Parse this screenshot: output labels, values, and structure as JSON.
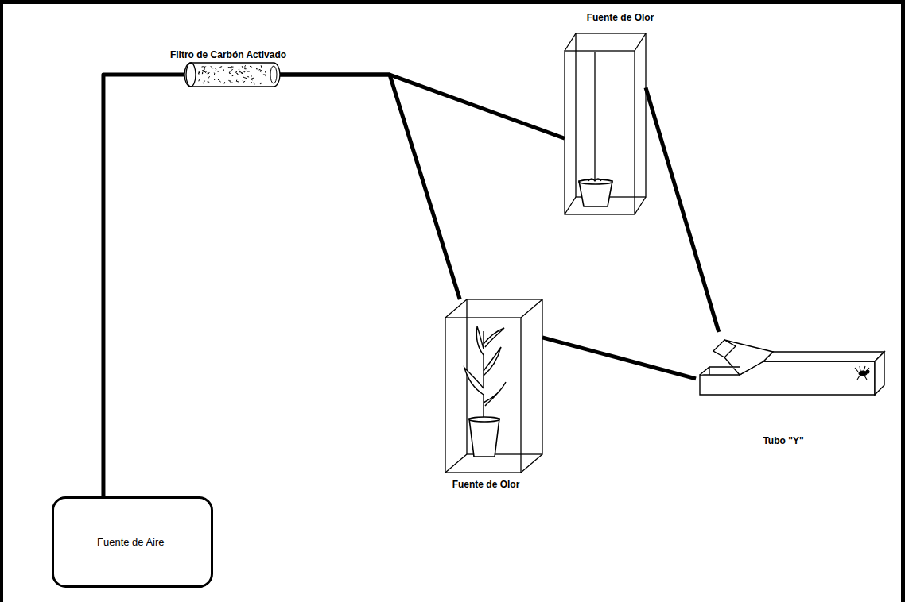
{
  "diagram": {
    "nodes": [
      {
        "text": [
          "Fuente de Aire"
        ]
      },
      {
        "text": [
          "Filtro de Carbón Activado"
        ]
      },
      {
        "text": [
          "Fuente de Olor"
        ]
      },
      {
        "text": [
          "Fuente de Olor"
        ]
      },
      {
        "text": [
          "Tubo \"Y\""
        ]
      }
    ],
    "edges": [
      {
        "from": 0,
        "to": 1,
        "arrow": "none"
      },
      {
        "from": 1,
        "to": 2,
        "arrow": "none"
      },
      {
        "from": 1,
        "to": 3,
        "arrow": "none"
      },
      {
        "from": 2,
        "to": 4,
        "arrow": "none"
      },
      {
        "from": 3,
        "to": 4,
        "arrow": "none"
      }
    ]
  }
}
